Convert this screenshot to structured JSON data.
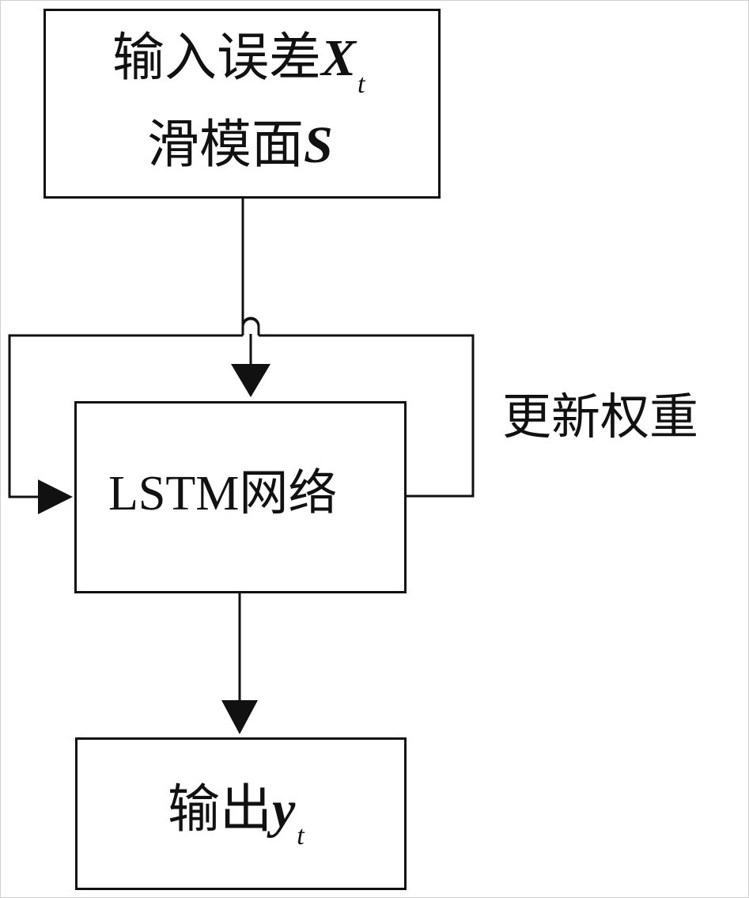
{
  "input_box": {
    "line1_text": "输入误差",
    "line1_var": "X",
    "line1_sub": "t",
    "line2_text": "滑模面",
    "line2_var": "S"
  },
  "lstm_box": {
    "latin": "LSTM",
    "text": "网络"
  },
  "output_box": {
    "text": "输出",
    "var": "y",
    "sub": "t"
  },
  "feedback_label": "更新权重",
  "colors": {
    "stroke": "#111111",
    "background": "#ffffff"
  }
}
